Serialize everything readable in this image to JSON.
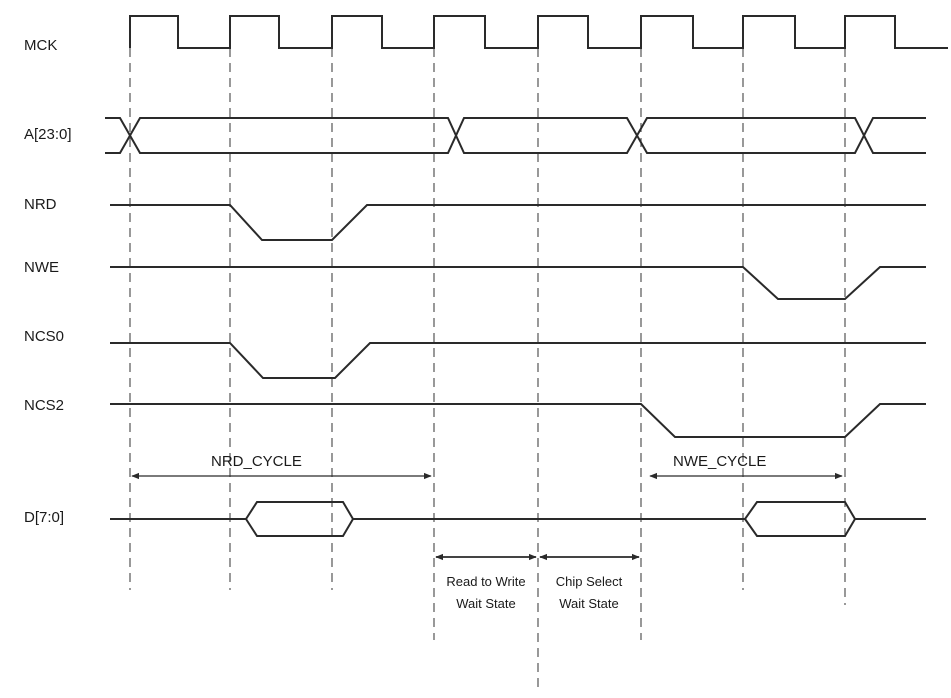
{
  "signals": [
    {
      "id": "mck",
      "label": "MCK"
    },
    {
      "id": "addr",
      "label": "A[23:0]"
    },
    {
      "id": "nrd",
      "label": "NRD"
    },
    {
      "id": "nwe",
      "label": "NWE"
    },
    {
      "id": "ncs0",
      "label": "NCS0"
    },
    {
      "id": "ncs2",
      "label": "NCS2"
    },
    {
      "id": "data",
      "label": "D[7:0]"
    }
  ],
  "annotations": {
    "nrd_cycle": "NRD_CYCLE",
    "nwe_cycle": "NWE_CYCLE",
    "read_to_write": [
      "Read to Write",
      "Wait State"
    ],
    "chip_select": [
      "Chip Select",
      "Wait State"
    ]
  }
}
